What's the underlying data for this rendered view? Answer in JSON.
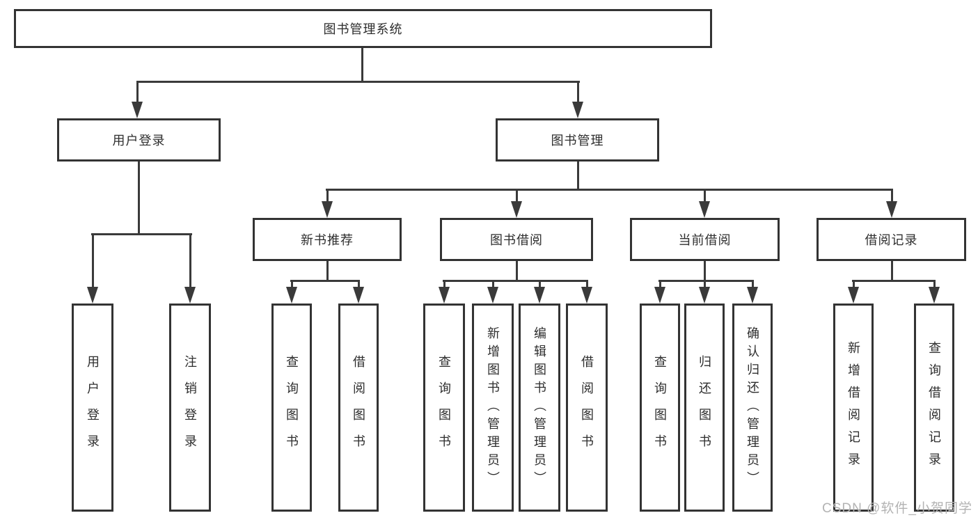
{
  "tree": {
    "root": {
      "label": "图书管理系统"
    },
    "branches": [
      {
        "label": "用户登录",
        "leaves": [
          "用户登录",
          "注销登录"
        ]
      },
      {
        "label": "图书管理",
        "groups": [
          {
            "label": "新书推荐",
            "leaves": [
              "查询图书",
              "借阅图书"
            ]
          },
          {
            "label": "图书借阅",
            "leaves": [
              "查询图书",
              "新增图书（管理员）",
              "编辑图书（管理员）",
              "借阅图书"
            ]
          },
          {
            "label": "当前借阅",
            "leaves": [
              "查询图书",
              "归还图书",
              "确认归还（管理员）"
            ]
          },
          {
            "label": "借阅记录",
            "leaves": [
              "新增借阅记录",
              "查询借阅记录"
            ]
          }
        ]
      }
    ]
  },
  "watermark": "CSDN @软件_小贺同学",
  "colors": {
    "line": "#3a3a3a",
    "box_border": "#333333",
    "text": "#2e2e2e",
    "watermark": "#b3b3b3",
    "background": "#ffffff"
  }
}
